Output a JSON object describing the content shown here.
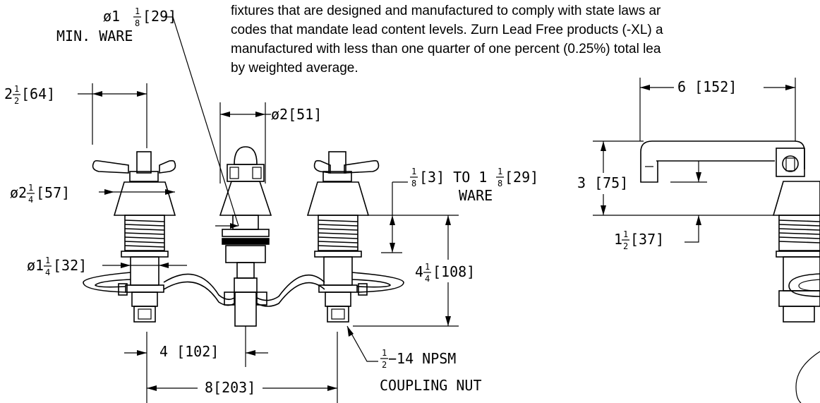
{
  "note": {
    "lines": [
      "fixtures that are designed and manufactured to comply with state laws ar",
      "codes that mandate lead content levels. Zurn Lead Free products (-XL) a",
      "manufactured with less than one quarter of one percent (0.25%) total lea",
      "by weighted average."
    ]
  },
  "dims": {
    "min_ware": {
      "prefix": "ø1",
      "num": "1",
      "den": "8",
      "suffix": "[29]",
      "line2": "MIN. WARE"
    },
    "handle_spread": {
      "prefix": "2",
      "num": "1",
      "den": "2",
      "suffix": " [64]"
    },
    "spout_dia": {
      "text": "ø2[51]"
    },
    "escutcheon_dia": {
      "prefix": "ø2",
      "num": "1",
      "den": "4",
      "suffix": "[57]"
    },
    "shank_dia": {
      "prefix": "ø1",
      "num": "1",
      "den": "4",
      "suffix": "[32]"
    },
    "ware_range": {
      "num1": "1",
      "den1": "8",
      "mid": "[3] TO 1",
      "num2": "1",
      "den2": "8",
      "suffix": "[29]",
      "line2": "WARE"
    },
    "shank_len": {
      "prefix": "4",
      "num": "1",
      "den": "4",
      "suffix": "[108]"
    },
    "spout_center": {
      "text": "4 [102]"
    },
    "center_spread": {
      "text": "8[203]"
    },
    "coupling_nut": {
      "num": "1",
      "den": "2",
      "suffix": "−14 NPSM",
      "line2": "COUPLING NUT"
    },
    "spout_reach": {
      "text": "6 [152]"
    },
    "spout_height": {
      "text": "3 [75]"
    },
    "spout_clear": {
      "prefix": "1",
      "num": "1",
      "den": "2",
      "suffix": " [37]"
    }
  }
}
